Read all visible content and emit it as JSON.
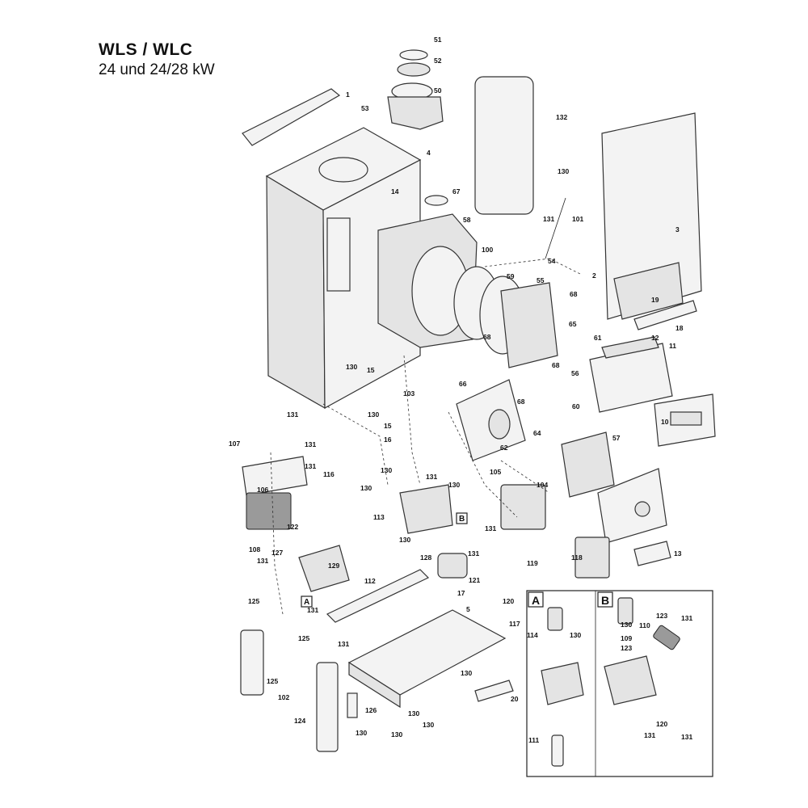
{
  "header": {
    "title": "WLS / WLC",
    "subtitle": "24 und 24/28 kW"
  },
  "part_labels": [
    {
      "id": "51"
    },
    {
      "id": "52"
    },
    {
      "id": "50"
    },
    {
      "id": "53"
    },
    {
      "id": "1"
    },
    {
      "id": "4"
    },
    {
      "id": "14"
    },
    {
      "id": "67"
    },
    {
      "id": "58"
    },
    {
      "id": "132"
    },
    {
      "id": "130"
    },
    {
      "id": "131"
    },
    {
      "id": "101"
    },
    {
      "id": "100"
    },
    {
      "id": "54"
    },
    {
      "id": "59"
    },
    {
      "id": "55"
    },
    {
      "id": "68"
    },
    {
      "id": "3"
    },
    {
      "id": "2"
    },
    {
      "id": "19"
    },
    {
      "id": "18"
    },
    {
      "id": "12"
    },
    {
      "id": "11"
    },
    {
      "id": "61"
    },
    {
      "id": "65"
    },
    {
      "id": "68"
    },
    {
      "id": "68"
    },
    {
      "id": "56"
    },
    {
      "id": "66"
    },
    {
      "id": "68"
    },
    {
      "id": "130"
    },
    {
      "id": "15"
    },
    {
      "id": "103"
    },
    {
      "id": "131"
    },
    {
      "id": "130"
    },
    {
      "id": "15"
    },
    {
      "id": "16"
    },
    {
      "id": "60"
    },
    {
      "id": "10"
    },
    {
      "id": "64"
    },
    {
      "id": "62"
    },
    {
      "id": "57"
    },
    {
      "id": "107"
    },
    {
      "id": "131"
    },
    {
      "id": "131"
    },
    {
      "id": "116"
    },
    {
      "id": "130"
    },
    {
      "id": "106"
    },
    {
      "id": "130"
    },
    {
      "id": "131"
    },
    {
      "id": "130"
    },
    {
      "id": "105"
    },
    {
      "id": "104"
    },
    {
      "id": "113"
    },
    {
      "id": "122"
    },
    {
      "id": "130"
    },
    {
      "id": "131"
    },
    {
      "id": "13"
    },
    {
      "id": "108"
    },
    {
      "id": "127"
    },
    {
      "id": "131"
    },
    {
      "id": "129"
    },
    {
      "id": "128"
    },
    {
      "id": "131"
    },
    {
      "id": "119"
    },
    {
      "id": "118"
    },
    {
      "id": "112"
    },
    {
      "id": "121"
    },
    {
      "id": "125"
    },
    {
      "id": "131"
    },
    {
      "id": "17"
    },
    {
      "id": "120"
    },
    {
      "id": "5"
    },
    {
      "id": "117"
    },
    {
      "id": "125"
    },
    {
      "id": "131"
    },
    {
      "id": "125"
    },
    {
      "id": "102"
    },
    {
      "id": "130"
    },
    {
      "id": "126"
    },
    {
      "id": "124"
    },
    {
      "id": "130"
    },
    {
      "id": "20"
    },
    {
      "id": "130"
    },
    {
      "id": "130"
    },
    {
      "id": "130"
    },
    {
      "id": "114"
    },
    {
      "id": "130"
    },
    {
      "id": "111"
    },
    {
      "id": "123"
    },
    {
      "id": "131"
    },
    {
      "id": "130"
    },
    {
      "id": "109"
    },
    {
      "id": "123"
    },
    {
      "id": "110"
    },
    {
      "id": "131"
    },
    {
      "id": "120"
    },
    {
      "id": "131"
    }
  ],
  "markers": {
    "a": "A",
    "b": "B"
  },
  "insets": [
    {
      "key": "A"
    },
    {
      "key": "B"
    }
  ]
}
